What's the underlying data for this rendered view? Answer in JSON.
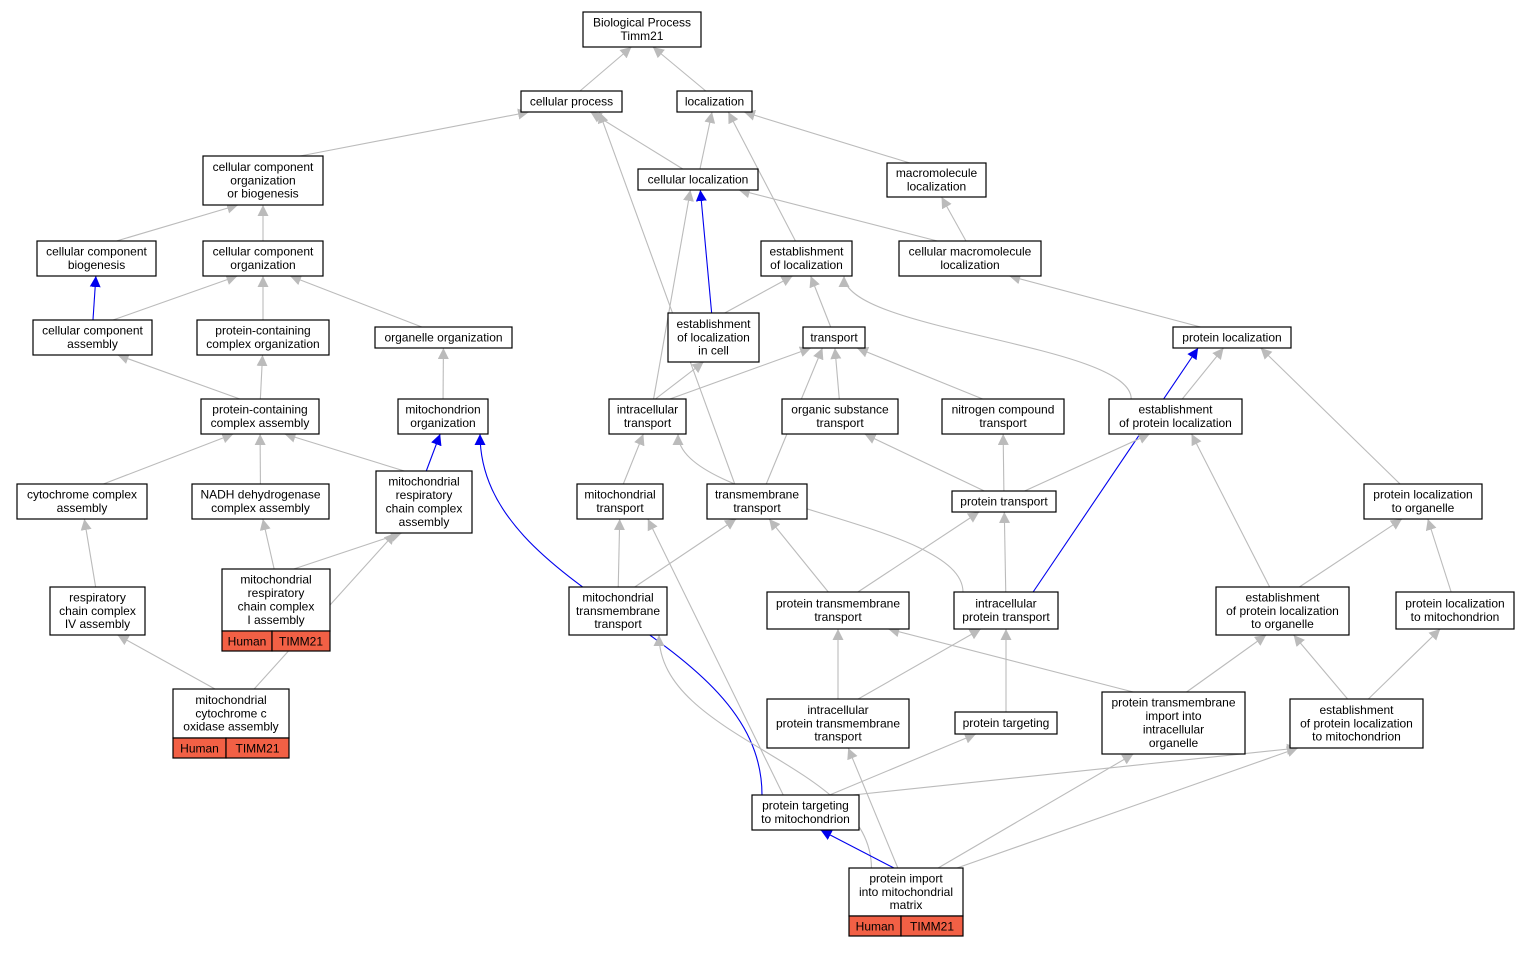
{
  "graph": {
    "colors": {
      "edge_default": "#bbbbbb",
      "edge_highlight": "#0000ee",
      "node_fill": "#ffffff",
      "node_stroke": "#000000",
      "annotation_fill": "#f26045"
    },
    "nodes": [
      {
        "id": "bp",
        "lines": [
          "Biological Process",
          "Timm21"
        ]
      },
      {
        "id": "cp",
        "lines": [
          "cellular process"
        ]
      },
      {
        "id": "loc",
        "lines": [
          "localization"
        ]
      },
      {
        "id": "ccob",
        "lines": [
          "cellular component",
          "organization",
          "or biogenesis"
        ]
      },
      {
        "id": "cl",
        "lines": [
          "cellular localization"
        ]
      },
      {
        "id": "ml",
        "lines": [
          "macromolecule",
          "localization"
        ]
      },
      {
        "id": "ccb",
        "lines": [
          "cellular component",
          "biogenesis"
        ]
      },
      {
        "id": "cco",
        "lines": [
          "cellular component",
          "organization"
        ]
      },
      {
        "id": "eol",
        "lines": [
          "establishment",
          "of localization"
        ]
      },
      {
        "id": "cml",
        "lines": [
          "cellular macromolecule",
          "localization"
        ]
      },
      {
        "id": "cca",
        "lines": [
          "cellular component",
          "assembly"
        ]
      },
      {
        "id": "pcco",
        "lines": [
          "protein-containing",
          "complex organization"
        ]
      },
      {
        "id": "oo",
        "lines": [
          "organelle organization"
        ]
      },
      {
        "id": "eolc",
        "lines": [
          "establishment",
          "of localization",
          "in cell"
        ]
      },
      {
        "id": "tr",
        "lines": [
          "transport"
        ]
      },
      {
        "id": "pl",
        "lines": [
          "protein localization"
        ]
      },
      {
        "id": "pcca",
        "lines": [
          "protein-containing",
          "complex assembly"
        ]
      },
      {
        "id": "mo",
        "lines": [
          "mitochondrion",
          "organization"
        ]
      },
      {
        "id": "it",
        "lines": [
          "intracellular",
          "transport"
        ]
      },
      {
        "id": "ost",
        "lines": [
          "organic substance",
          "transport"
        ]
      },
      {
        "id": "nct",
        "lines": [
          "nitrogen compound",
          "transport"
        ]
      },
      {
        "id": "epl",
        "lines": [
          "establishment",
          "of protein localization"
        ]
      },
      {
        "id": "cca2",
        "lines": [
          "cytochrome complex",
          "assembly"
        ]
      },
      {
        "id": "nadh",
        "lines": [
          "NADH dehydrogenase",
          "complex assembly"
        ]
      },
      {
        "id": "mrcca",
        "lines": [
          "mitochondrial",
          "respiratory",
          "chain complex",
          "assembly"
        ]
      },
      {
        "id": "mt",
        "lines": [
          "mitochondrial",
          "transport"
        ]
      },
      {
        "id": "tmt",
        "lines": [
          "transmembrane",
          "transport"
        ]
      },
      {
        "id": "pt",
        "lines": [
          "protein transport"
        ]
      },
      {
        "id": "plo",
        "lines": [
          "protein localization",
          "to organelle"
        ]
      },
      {
        "id": "rcc4",
        "lines": [
          "respiratory",
          "chain complex",
          "IV assembly"
        ]
      },
      {
        "id": "mrcc1",
        "lines": [
          "mitochondrial",
          "respiratory",
          "chain complex",
          "I assembly"
        ],
        "annotation": [
          "Human",
          "TIMM21"
        ]
      },
      {
        "id": "mtt",
        "lines": [
          "mitochondrial",
          "transmembrane",
          "transport"
        ]
      },
      {
        "id": "ptt",
        "lines": [
          "protein transmembrane",
          "transport"
        ]
      },
      {
        "id": "ipt",
        "lines": [
          "intracellular",
          "protein transport"
        ]
      },
      {
        "id": "eplo",
        "lines": [
          "establishment",
          "of protein localization",
          "to organelle"
        ]
      },
      {
        "id": "plm",
        "lines": [
          "protein localization",
          "to mitochondrion"
        ]
      },
      {
        "id": "mcoa",
        "lines": [
          "mitochondrial",
          "cytochrome c",
          "oxidase assembly"
        ],
        "annotation": [
          "Human",
          "TIMM21"
        ]
      },
      {
        "id": "iptt",
        "lines": [
          "intracellular",
          "protein transmembrane",
          "transport"
        ]
      },
      {
        "id": "ptg",
        "lines": [
          "protein targeting"
        ]
      },
      {
        "id": "ptio",
        "lines": [
          "protein transmembrane",
          "import into",
          "intracellular",
          "organelle"
        ]
      },
      {
        "id": "eplm",
        "lines": [
          "establishment",
          "of protein localization",
          "to mitochondrion"
        ]
      },
      {
        "id": "ptm",
        "lines": [
          "protein targeting",
          "to mitochondrion"
        ]
      },
      {
        "id": "pim",
        "lines": [
          "protein import",
          "into mitochondrial",
          "matrix"
        ],
        "annotation": [
          "Human",
          "TIMM21"
        ]
      }
    ],
    "edges": [
      {
        "from": "cp",
        "to": "bp"
      },
      {
        "from": "loc",
        "to": "bp"
      },
      {
        "from": "ccob",
        "to": "cp"
      },
      {
        "from": "cl",
        "to": "cp"
      },
      {
        "from": "cl",
        "to": "loc"
      },
      {
        "from": "ml",
        "to": "loc"
      },
      {
        "from": "eol",
        "to": "loc"
      },
      {
        "from": "tmt",
        "to": "cp"
      },
      {
        "from": "ccb",
        "to": "ccob"
      },
      {
        "from": "cco",
        "to": "ccob"
      },
      {
        "from": "cml",
        "to": "cl"
      },
      {
        "from": "cml",
        "to": "ml"
      },
      {
        "from": "eolc",
        "to": "cl",
        "highlight": true
      },
      {
        "from": "it",
        "to": "cl"
      },
      {
        "from": "cca",
        "to": "ccb",
        "highlight": true
      },
      {
        "from": "cca",
        "to": "cco"
      },
      {
        "from": "pcco",
        "to": "cco"
      },
      {
        "from": "oo",
        "to": "cco"
      },
      {
        "from": "eolc",
        "to": "eol"
      },
      {
        "from": "tr",
        "to": "eol"
      },
      {
        "from": "epl",
        "to": "eol"
      },
      {
        "from": "pl",
        "to": "cml"
      },
      {
        "from": "pcca",
        "to": "cca"
      },
      {
        "from": "pcca",
        "to": "pcco"
      },
      {
        "from": "mo",
        "to": "oo"
      },
      {
        "from": "it",
        "to": "eolc"
      },
      {
        "from": "it",
        "to": "tr"
      },
      {
        "from": "ost",
        "to": "tr"
      },
      {
        "from": "nct",
        "to": "tr"
      },
      {
        "from": "tmt",
        "to": "tr"
      },
      {
        "from": "epl",
        "to": "pl"
      },
      {
        "from": "ipt",
        "to": "pl",
        "highlight": true
      },
      {
        "from": "plo",
        "to": "pl"
      },
      {
        "from": "cca2",
        "to": "pcca"
      },
      {
        "from": "nadh",
        "to": "pcca"
      },
      {
        "from": "mrcca",
        "to": "pcca"
      },
      {
        "from": "mrcca",
        "to": "mo",
        "highlight": true
      },
      {
        "from": "mt",
        "to": "it"
      },
      {
        "from": "ipt",
        "to": "it"
      },
      {
        "from": "pt",
        "to": "ost"
      },
      {
        "from": "pt",
        "to": "nct"
      },
      {
        "from": "pt",
        "to": "epl"
      },
      {
        "from": "eplo",
        "to": "epl"
      },
      {
        "from": "rcc4",
        "to": "cca2"
      },
      {
        "from": "mrcc1",
        "to": "nadh"
      },
      {
        "from": "mrcc1",
        "to": "mrcca"
      },
      {
        "from": "mcoa",
        "to": "mrcca"
      },
      {
        "from": "mtt",
        "to": "mt"
      },
      {
        "from": "mtt",
        "to": "tmt"
      },
      {
        "from": "ptt",
        "to": "tmt"
      },
      {
        "from": "ptt",
        "to": "pt"
      },
      {
        "from": "ipt",
        "to": "pt"
      },
      {
        "from": "eplo",
        "to": "plo"
      },
      {
        "from": "plm",
        "to": "plo"
      },
      {
        "from": "mcoa",
        "to": "rcc4"
      },
      {
        "from": "iptt",
        "to": "ptt"
      },
      {
        "from": "ptio",
        "to": "ptt"
      },
      {
        "from": "iptt",
        "to": "ipt"
      },
      {
        "from": "ptg",
        "to": "ipt"
      },
      {
        "from": "eplm",
        "to": "eplo"
      },
      {
        "from": "eplm",
        "to": "plm"
      },
      {
        "from": "ptio",
        "to": "eplo"
      },
      {
        "from": "ptm",
        "to": "mo",
        "highlight": true
      },
      {
        "from": "ptm",
        "to": "mt"
      },
      {
        "from": "ptm",
        "to": "ptg"
      },
      {
        "from": "ptm",
        "to": "eplm"
      },
      {
        "from": "pim",
        "to": "mtt"
      },
      {
        "from": "pim",
        "to": "iptt"
      },
      {
        "from": "pim",
        "to": "ptio"
      },
      {
        "from": "pim",
        "to": "eplm"
      },
      {
        "from": "pim",
        "to": "ptm",
        "highlight": true
      }
    ]
  }
}
